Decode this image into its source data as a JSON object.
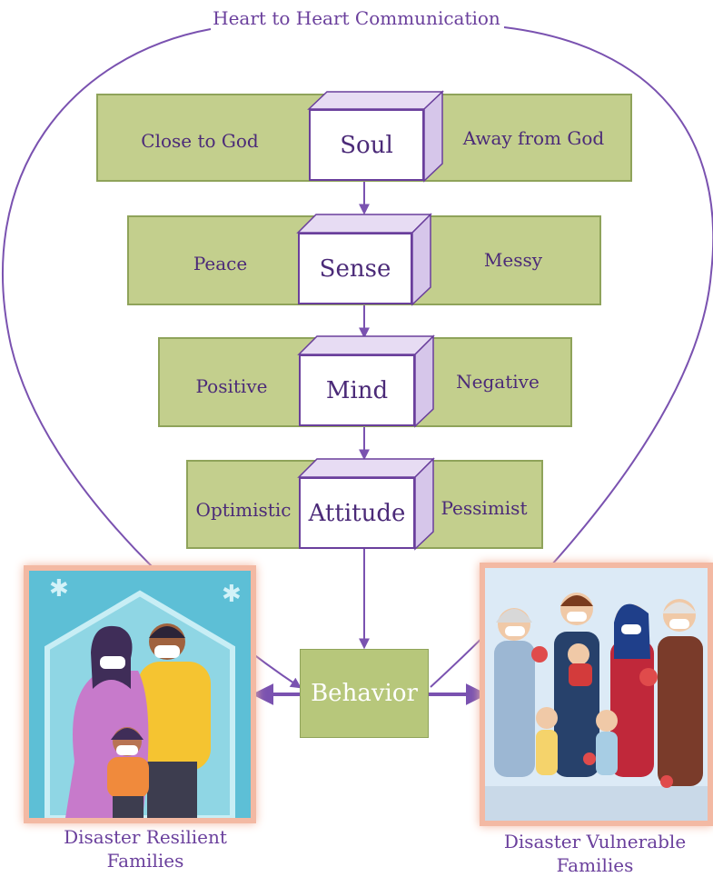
{
  "title": "Heart to Heart Communication",
  "levels": [
    {
      "center": "Soul",
      "left": "Close to God",
      "right": "Away from God"
    },
    {
      "center": "Sense",
      "left": "Peace",
      "right": "Messy"
    },
    {
      "center": "Mind",
      "left": "Positive",
      "right": "Negative"
    },
    {
      "center": "Attitude",
      "left": "Optimistic",
      "right": "Pessimist"
    }
  ],
  "behavior": "Behavior",
  "left_caption": {
    "line1": "Disaster Resilient",
    "line2": "Families"
  },
  "right_caption": {
    "line1": "Disaster Vulnerable",
    "line2": "Families"
  },
  "colors": {
    "purple": "#6a3f9c",
    "green": "#c3cf8d",
    "frame": "#f3b9a3"
  }
}
